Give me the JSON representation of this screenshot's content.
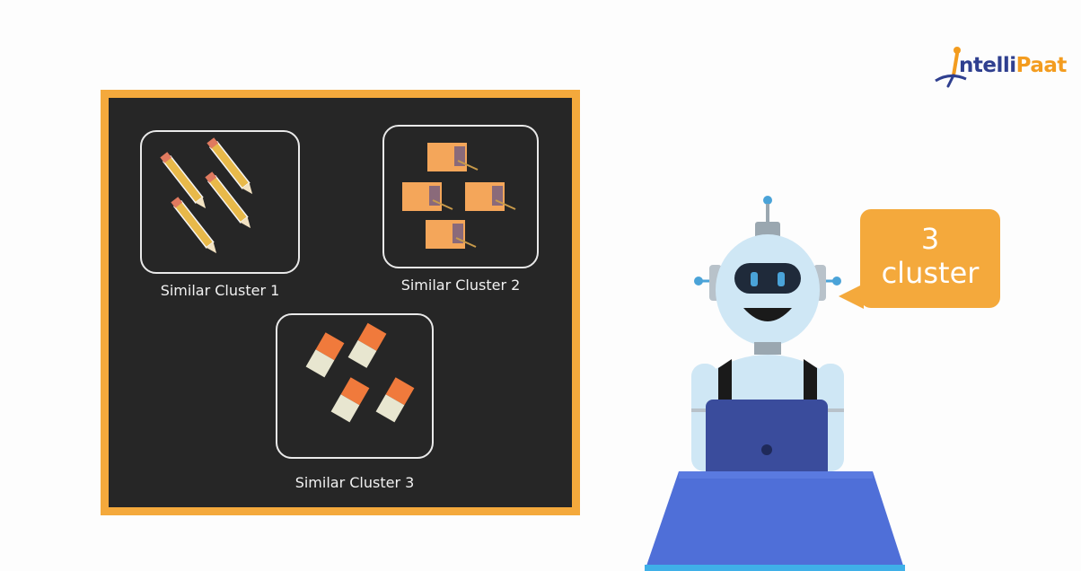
{
  "logo": {
    "text_prefix": "ntelli",
    "text_suffix": "Paat"
  },
  "board": {
    "clusters": [
      {
        "label": "Similar Cluster 1",
        "items": "pencils"
      },
      {
        "label": "Similar Cluster 2",
        "items": "boxes"
      },
      {
        "label": "Similar Cluster 3",
        "items": "erasers"
      }
    ]
  },
  "robot": {
    "speech": {
      "line1": "3",
      "line2": "cluster"
    }
  },
  "colors": {
    "board_border": "#f4a93c",
    "board_background": "#262626",
    "bubble": "#f4a93c",
    "robot_body": "#cfe7f5",
    "laptop": "#3a4c9c",
    "desk": "#4f6fd8"
  }
}
